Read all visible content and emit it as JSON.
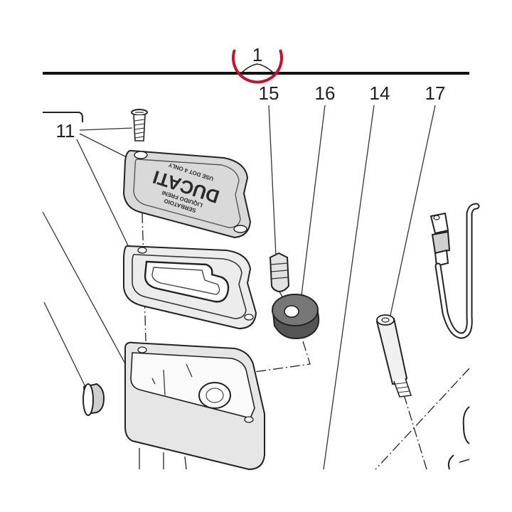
{
  "diagram": {
    "header_label": "1",
    "callouts": [
      {
        "id": "11",
        "label": "11"
      },
      {
        "id": "15",
        "label": "15"
      },
      {
        "id": "16",
        "label": "16"
      },
      {
        "id": "14",
        "label": "14"
      },
      {
        "id": "17",
        "label": "17"
      }
    ],
    "cover_text": {
      "brand": "DUCATI",
      "line1": "SERBATOIO",
      "line2": "LIQUIDO FRENI",
      "line3": "USE DOT 4 ONLY"
    }
  },
  "colors": {
    "marker_red": "#c8102e",
    "ink": "#222222",
    "cover_fill": "#d9d9d9",
    "cap_fill": "#555555"
  }
}
